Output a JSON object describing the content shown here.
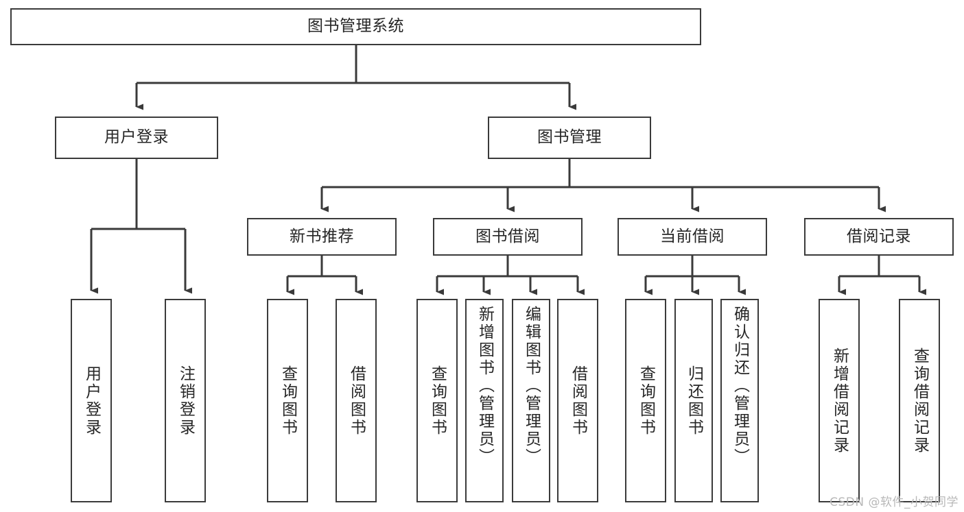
{
  "diagram": {
    "title": "图书管理系统",
    "type": "functional-structure-tree",
    "watermark": "CSDN @软件_小贺同学",
    "colors": {
      "background": "#ffffff",
      "box_border": "#3a3a3a",
      "connector": "#3a3a3a",
      "text": "#262626",
      "watermark": "#b8b8b8"
    },
    "levels": {
      "root": {
        "label": "图书管理系统"
      },
      "level2": [
        {
          "label": "用户登录"
        },
        {
          "label": "图书管理"
        }
      ],
      "level3": [
        {
          "label": "新书推荐"
        },
        {
          "label": "图书借阅"
        },
        {
          "label": "当前借阅"
        },
        {
          "label": "借阅记录"
        }
      ],
      "leaves": {
        "user_login": [
          {
            "label": "用户登录"
          },
          {
            "label": "注销登录"
          }
        ],
        "new_book_recommend": [
          {
            "label": "查询图书"
          },
          {
            "label": "借阅图书"
          }
        ],
        "book_borrow": [
          {
            "label": "查询图书"
          },
          {
            "label": "新增图书（管理员）"
          },
          {
            "label": "编辑图书（管理员）"
          },
          {
            "label": "借阅图书"
          }
        ],
        "current_borrow": [
          {
            "label": "查询图书"
          },
          {
            "label": "归还图书"
          },
          {
            "label": "确认归还（管理员）"
          }
        ],
        "borrow_records": [
          {
            "label": "新增借阅记录"
          },
          {
            "label": "查询借阅记录"
          }
        ]
      }
    }
  }
}
